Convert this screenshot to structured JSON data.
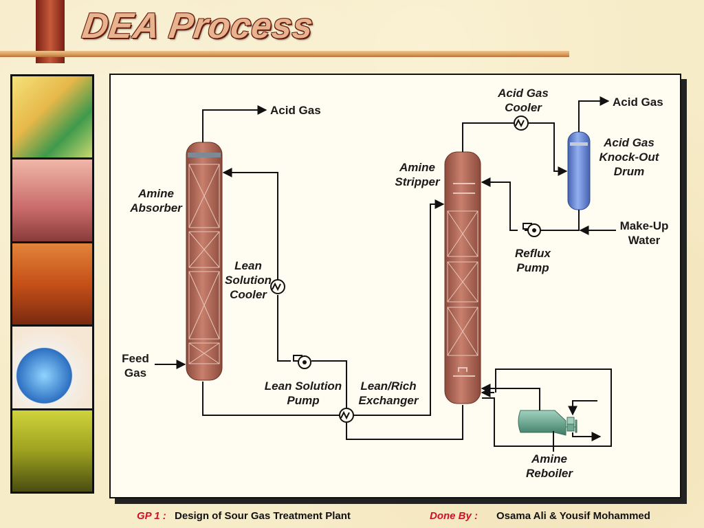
{
  "header": {
    "title": "DEA Process"
  },
  "sidebar": {
    "photos": [
      "worker-with-flask",
      "gas-plant-pink",
      "storage-tanks-orange",
      "chemistry-flask-molecules",
      "refinery-tower-yellow"
    ]
  },
  "diagram": {
    "labels": {
      "acid_gas_left": "Acid Gas",
      "absorber_line1": "Amine",
      "absorber_line2": "Absorber",
      "feed_line1": "Feed",
      "feed_line2": "Gas",
      "lean_cooler_line1": "Lean",
      "lean_cooler_line2": "Solution",
      "lean_cooler_line3": "Cooler",
      "lean_pump_line1": "Lean Solution",
      "lean_pump_line2": "Pump",
      "exchanger_line1": "Lean/Rich",
      "exchanger_line2": "Exchanger",
      "stripper_line1": "Amine",
      "stripper_line2": "Stripper",
      "acid_cooler_line1": "Acid Gas",
      "acid_cooler_line2": "Cooler",
      "acid_gas_right": "Acid Gas",
      "drum_line1": "Acid Gas",
      "drum_line2": "Knock-Out",
      "drum_line3": "Drum",
      "makeup_line1": "Make-Up",
      "makeup_line2": "Water",
      "reflux_line1": "Reflux",
      "reflux_line2": "Pump",
      "reboiler_line1": "Amine",
      "reboiler_line2": "Reboiler"
    }
  },
  "footer": {
    "gp_label": "GP 1 :",
    "gp_value": "Design of Sour Gas Treatment Plant",
    "done_label": "Done By :",
    "done_value": "Osama Ali & Yousif Mohammed"
  },
  "colors": {
    "column": "#b46a58",
    "drum": "#6d8fd6",
    "reboiler": "#6fa893",
    "accent_red": "#d0102a"
  }
}
